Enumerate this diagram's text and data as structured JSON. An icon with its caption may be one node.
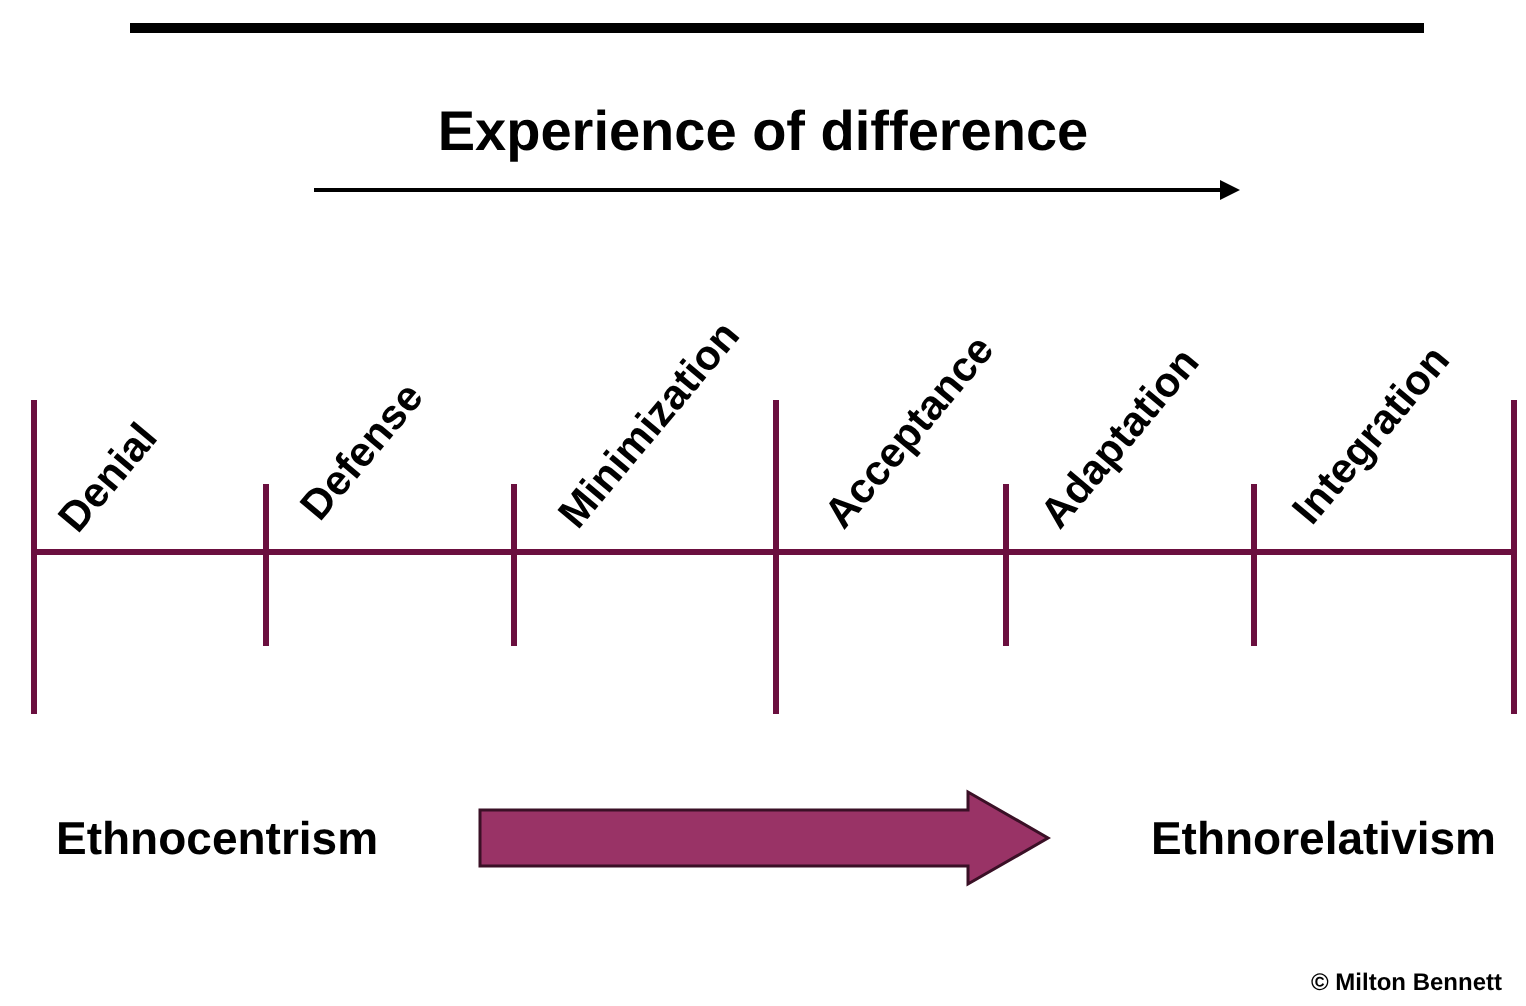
{
  "diagram": {
    "title": "Experience of difference",
    "nodes": [
      {
        "text": [
          "Ethnocentrism"
        ]
      },
      {
        "text": [
          "Ethnorelativism"
        ]
      }
    ],
    "edges": [
      {
        "from": 0,
        "to": 1,
        "arrow": "to",
        "style": "thick",
        "color": "#993366"
      }
    ],
    "labels": [
      "Denial",
      "Defense",
      "Minimization",
      "Acceptance",
      "Adaptation",
      "Integration",
      "© Milton Bennett"
    ]
  }
}
